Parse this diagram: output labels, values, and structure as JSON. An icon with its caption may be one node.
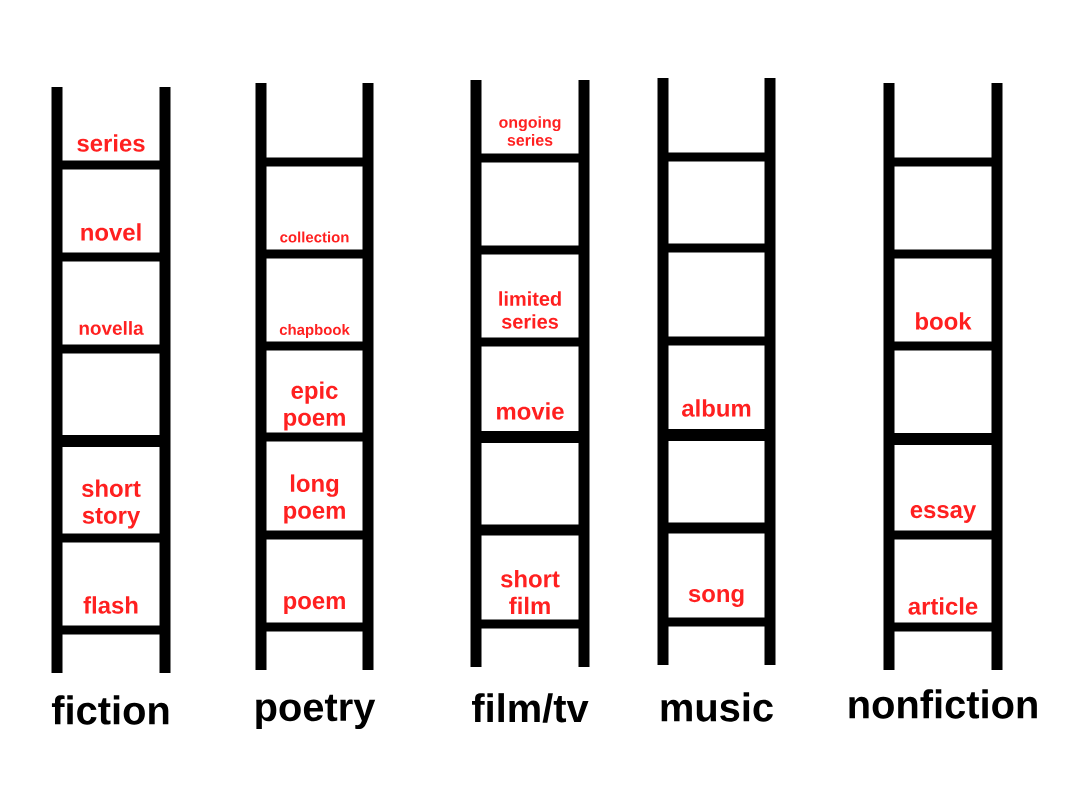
{
  "diagram": {
    "nodes": [
      {
        "text": [
          "series",
          "novel",
          "novella",
          "short story",
          "flash",
          "fiction"
        ]
      },
      {
        "text": [
          "collection",
          "chapbook",
          "epic poem",
          "long poem",
          "poem",
          "poetry"
        ]
      },
      {
        "text": [
          "ongoing series",
          "limited series",
          "movie",
          "short film",
          "film/tv"
        ]
      },
      {
        "text": [
          "album",
          "song",
          "music"
        ]
      },
      {
        "text": [
          "book",
          "essay",
          "article",
          "nonfiction"
        ]
      }
    ]
  }
}
